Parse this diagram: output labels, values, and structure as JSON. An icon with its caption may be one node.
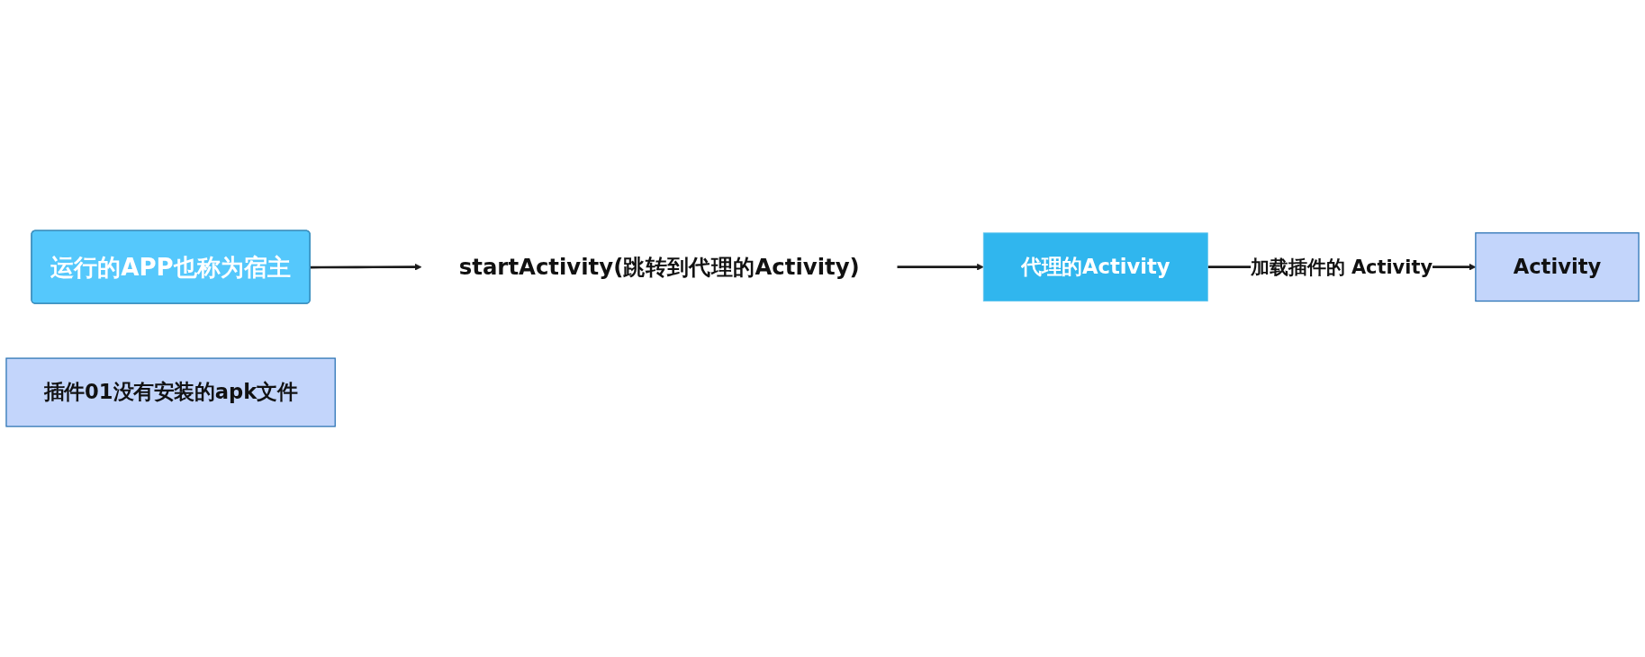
{
  "diagram": {
    "nodes": [
      {
        "text": [
          "运行的APP也称为宿主"
        ]
      },
      {
        "text": [
          "startActivity(跳转到代理的Activity)"
        ]
      },
      {
        "text": [
          "代理的Activity"
        ]
      },
      {
        "text": [
          "插件01没有安装的apk文件"
        ]
      },
      {
        "text": [
          "Activity"
        ]
      }
    ],
    "edges": [
      {
        "from": 0,
        "to": 1,
        "arrow": "to"
      },
      {
        "from": 1,
        "to": 2,
        "arrow": "to"
      },
      {
        "from": 2,
        "to": 4,
        "label": "加载插件的 Activity",
        "arrow": "to"
      }
    ]
  }
}
